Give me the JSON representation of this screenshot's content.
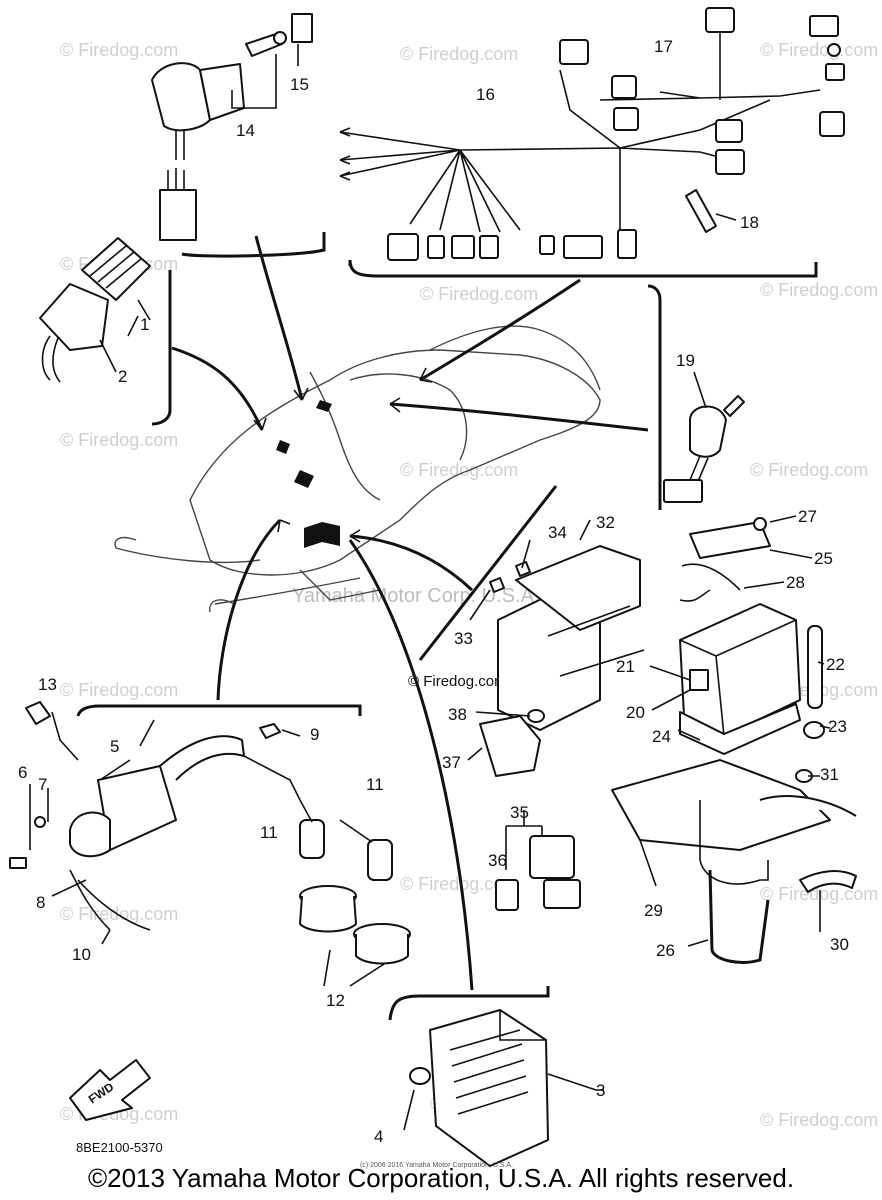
{
  "diagram": {
    "callouts": [
      "1",
      "2",
      "3",
      "4",
      "5",
      "6",
      "7",
      "8",
      "9",
      "10",
      "11",
      "11",
      "12",
      "13",
      "14",
      "15",
      "16",
      "17",
      "18",
      "19",
      "20",
      "21",
      "22",
      "23",
      "24",
      "25",
      "26",
      "27",
      "28",
      "29",
      "30",
      "31",
      "32",
      "33",
      "34",
      "35",
      "36",
      "37",
      "38"
    ],
    "watermark_text": "© Firedog.com",
    "watermark_center": "Yamaha Motor Corp. U.S.A.",
    "watermark_mid": "© Firedog.com",
    "fwd_label": "FWD",
    "part_code": "8BE2100-5370",
    "fine_print": "(c) 2006 2016 Yamaha Motor Corporation, U.S.A.",
    "copyright": "©2013 Yamaha Motor Corporation, U.S.A. All rights reserved."
  },
  "colors": {
    "ink": "#111111",
    "watermark": "#cfcfcf",
    "background": "#ffffff"
  }
}
